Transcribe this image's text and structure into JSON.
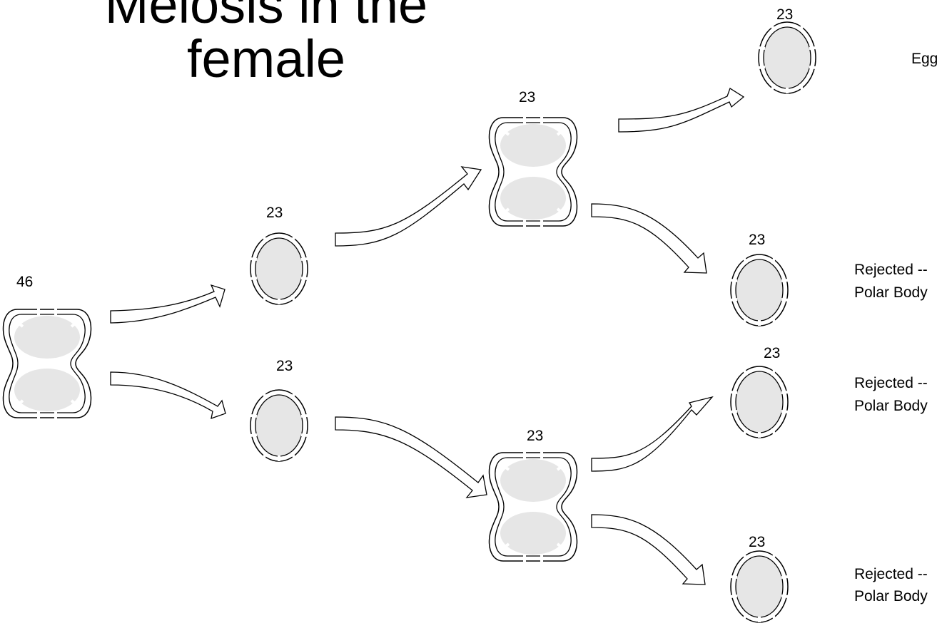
{
  "title": {
    "line1": "Meiosis in the",
    "line2": "female"
  },
  "colors": {
    "cytoplasm": "#e6e6e6",
    "outline": "#000000",
    "background": "#ffffff"
  },
  "cells": {
    "parent": {
      "chromosome_count": "46"
    },
    "meiosis1_top": {
      "chromosome_count": "23"
    },
    "meiosis1_bottom": {
      "chromosome_count": "23"
    },
    "meiosis2_top_dividing": {
      "chromosome_count": "23"
    },
    "meiosis2_bottom_dividing": {
      "chromosome_count": "23"
    },
    "product_egg": {
      "chromosome_count": "23",
      "label": "Egg"
    },
    "product_polar_body_1": {
      "chromosome_count": "23",
      "label_line1": "Rejected --",
      "label_line2": "Polar Body"
    },
    "product_polar_body_2": {
      "chromosome_count": "23",
      "label_line1": "Rejected --",
      "label_line2": "Polar Body"
    },
    "product_polar_body_3": {
      "chromosome_count": "23",
      "label_line1": "Rejected --",
      "label_line2": "Polar Body"
    }
  }
}
